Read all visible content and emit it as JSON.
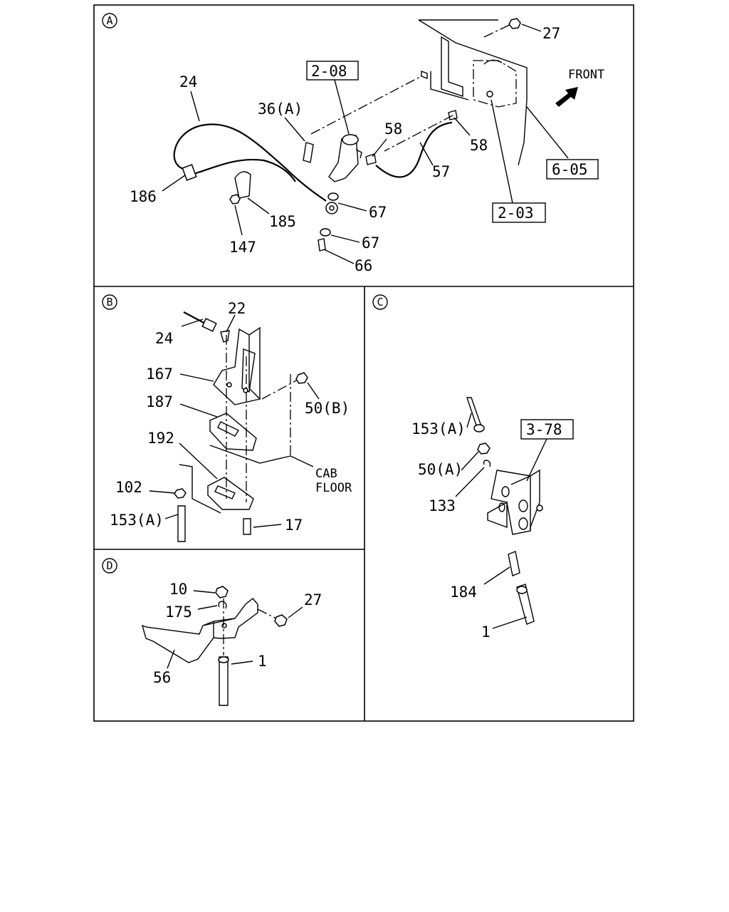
{
  "panels": [
    {
      "id": "A",
      "label": "A"
    },
    {
      "id": "B",
      "label": "B"
    },
    {
      "id": "C",
      "label": "C"
    },
    {
      "id": "D",
      "label": "D"
    }
  ],
  "direction_label": "FRONT",
  "refs": {
    "r208": "2-08",
    "r203": "2-03",
    "r605": "6-05",
    "r378": "3-78"
  },
  "panel_a": {
    "c27": "27",
    "c24": "24",
    "c36a": "36(A)",
    "c58a": "58",
    "c58b": "58",
    "c57": "57",
    "c186": "186",
    "c185": "185",
    "c147": "147",
    "c67a": "67",
    "c67b": "67",
    "c66": "66"
  },
  "panel_b": {
    "c22": "22",
    "c24": "24",
    "c167": "167",
    "c187": "187",
    "c50b": "50(B)",
    "c192": "192",
    "cab1": "CAB",
    "cab2": "FLOOR",
    "c102": "102",
    "c153a": "153(A)",
    "c17": "17"
  },
  "panel_c": {
    "c153a": "153(A)",
    "c50a": "50(A)",
    "c133": "133",
    "c184": "184",
    "c1": "1"
  },
  "panel_d": {
    "c10": "10",
    "c175": "175",
    "c27": "27",
    "c56": "56",
    "c1": "1"
  }
}
